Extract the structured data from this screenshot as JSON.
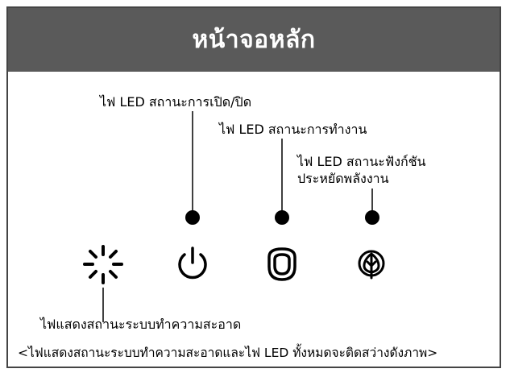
{
  "header": {
    "title": "หน้าจอหลัก"
  },
  "labels": {
    "power_led": "ไฟ LED สถานะการเปิด/ปิด",
    "operation_led": "ไฟ LED สถานะการทำงาน",
    "eco_led_line1": "ไฟ LED สถานะฟังก์ชัน",
    "eco_led_line2": "ประหยัดพลังงาน",
    "cleaning_indicator": "ไฟแสดงสถานะระบบทำความสะอาด",
    "footer_note": "<ไฟแสดงสถานะระบบทำความสะอาดและไฟ LED ทั้งหมดจะติดสว่างดังภาพ>"
  },
  "icons": [
    "cleaning-sun-icon",
    "power-icon",
    "operation-icon",
    "eco-leaf-icon"
  ],
  "colors": {
    "header_bg": "#5a5a5a",
    "header_text": "#ffffff",
    "line": "#000000"
  }
}
